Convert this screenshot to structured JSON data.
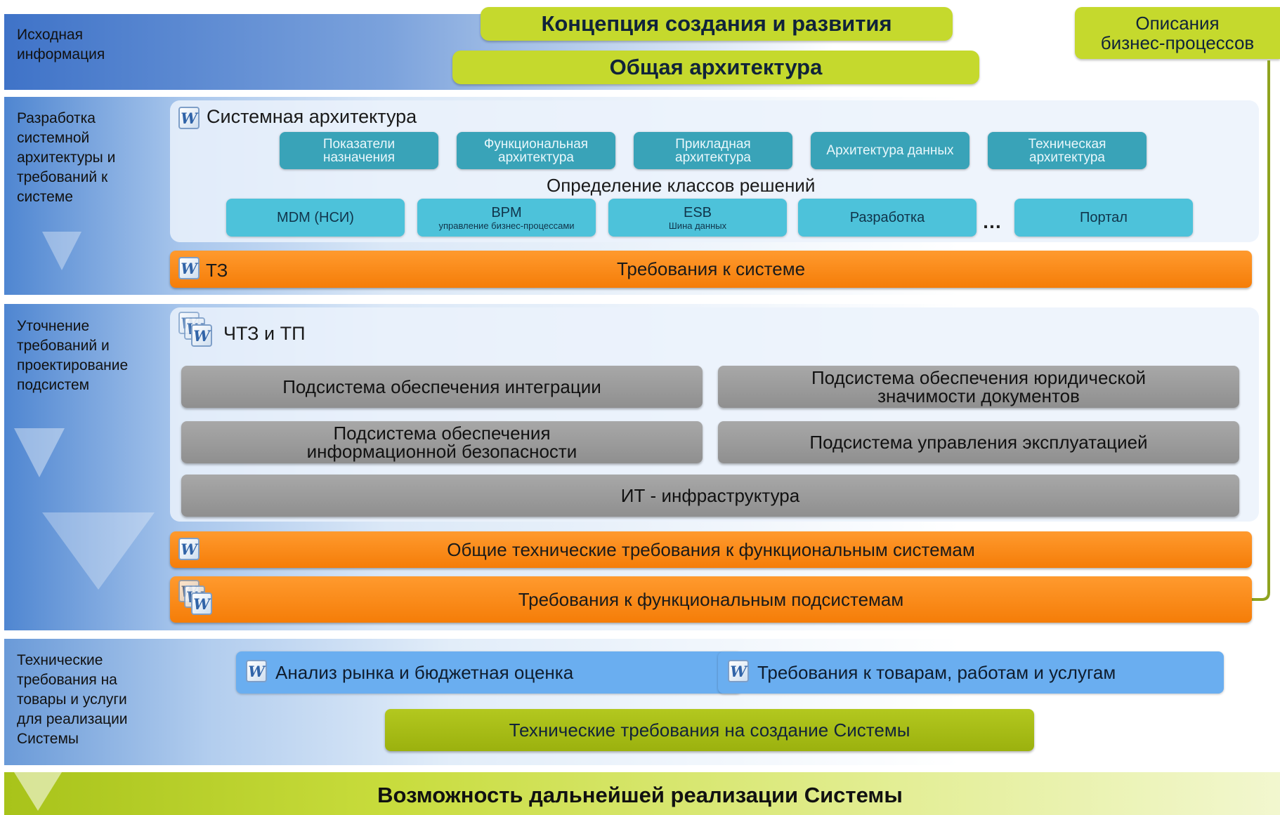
{
  "stages": [
    {
      "label": "Исходная\nинформация"
    },
    {
      "label": "Разработка\nсистемной\nархитектуры и\nтребований к\nсистеме"
    },
    {
      "label": "Уточнение\nтребований и\nпроектирование\nподсистем"
    },
    {
      "label": "Технические\nтребования на\nтовары и услуги\nдля реализации\nСистемы"
    }
  ],
  "top": {
    "concept": "Концепция создания и развития",
    "architecture": "Общая архитектура",
    "business_processes": "Описания\nбизнес-процессов"
  },
  "system_architecture": {
    "title": "Системная архитектура",
    "views": [
      "Показатели\nназначения",
      "Функциональная\nархитектура",
      "Прикладная\nархитектура",
      "Архитектура данных",
      "Техническая\nархитектура"
    ],
    "classes_title": "Определение классов решений",
    "classes": [
      {
        "name": "MDM (НСИ)",
        "sub": ""
      },
      {
        "name": "BPM",
        "sub": "управление бизнес-процессами"
      },
      {
        "name": "ESB",
        "sub": "Шина данных"
      },
      {
        "name": "Разработка",
        "sub": ""
      },
      {
        "name": "Портал",
        "sub": ""
      }
    ],
    "ellipsis": "…"
  },
  "tz": {
    "label": "ТЗ",
    "title": "Требования к системе"
  },
  "subsystems": {
    "title": "ЧТЗ и ТП",
    "items": [
      "Подсистема обеспечения интеграции",
      "Подсистема обеспечения юридической\nзначимости документов",
      "Подсистема обеспечения\nинформационной безопасности",
      "Подсистема управления эксплуатацией"
    ],
    "infrastructure": "ИТ - инфраструктура"
  },
  "general_requirements": "Общие технические требования к функциональным системам",
  "functional_requirements": "Требования к функциональным подсистемам",
  "procurement": {
    "market": "Анализ рынка и бюджетная оценка",
    "goods": "Требования к товарам, работам и услугам",
    "tech_req": "Технические требования на создание Системы"
  },
  "result": "Возможность дальнейшей реализации Системы",
  "colors": {
    "band_blue": "#4f86d1",
    "olive": "#c5d92d",
    "teal": "#39a3b8",
    "cyan": "#4dc2da",
    "orange": "#f57d08",
    "gray": "#999999",
    "light_blue": "#6aaef0",
    "green": "#9bb10e"
  },
  "icons": [
    "word-document-icon",
    "word-documents-stack-icon",
    "down-arrow-icon",
    "left-arrow-icon"
  ]
}
